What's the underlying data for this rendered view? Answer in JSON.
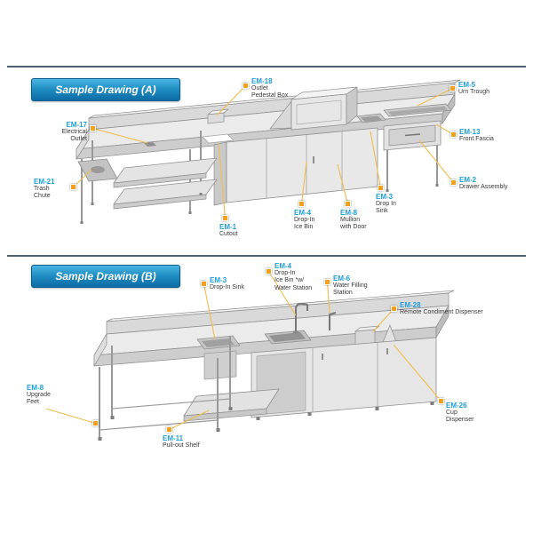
{
  "colors": {
    "accent_blue": "#1f9ed9",
    "marker_orange": "#f6a01a",
    "leader_yellow": "#f0bd4e",
    "divider": "#4f6171",
    "banner_top": "#4ab5e3",
    "banner_bottom": "#0d6ca5"
  },
  "sections": [
    {
      "title": "Sample Drawing (A)",
      "labels": [
        {
          "code": "EM-18",
          "desc": "Outlet\nPedestal Box"
        },
        {
          "code": "EM-5",
          "desc": "Urn Trough"
        },
        {
          "code": "EM-17",
          "desc": "Electrical\nOutlet"
        },
        {
          "code": "EM-13",
          "desc": "Front Fascia"
        },
        {
          "code": "EM-21",
          "desc": "Trash\nChute"
        },
        {
          "code": "EM-2",
          "desc": "Drawer Assembly"
        },
        {
          "code": "EM-3",
          "desc": "Drop In\nSink"
        },
        {
          "code": "EM-4",
          "desc": "Drop-In\nIce Bin"
        },
        {
          "code": "EM-8",
          "desc": "Mullion\nwith Door"
        },
        {
          "code": "EM-1",
          "desc": "Cutout"
        }
      ]
    },
    {
      "title": "Sample Drawing (B)",
      "labels": [
        {
          "code": "EM-3",
          "desc": "Drop-In Sink"
        },
        {
          "code": "EM-4",
          "desc": "Drop-In\nIce Bin *w/\nWater Station"
        },
        {
          "code": "EM-6",
          "desc": "Water Filling\nStation"
        },
        {
          "code": "EM-28",
          "desc": "Remote Condiment Dispenser"
        },
        {
          "code": "EM-8",
          "desc": "Upgrade\nFeet"
        },
        {
          "code": "EM-26",
          "desc": "Cup\nDispenser"
        },
        {
          "code": "EM-11",
          "desc": "Pull-out Shelf"
        }
      ]
    }
  ]
}
